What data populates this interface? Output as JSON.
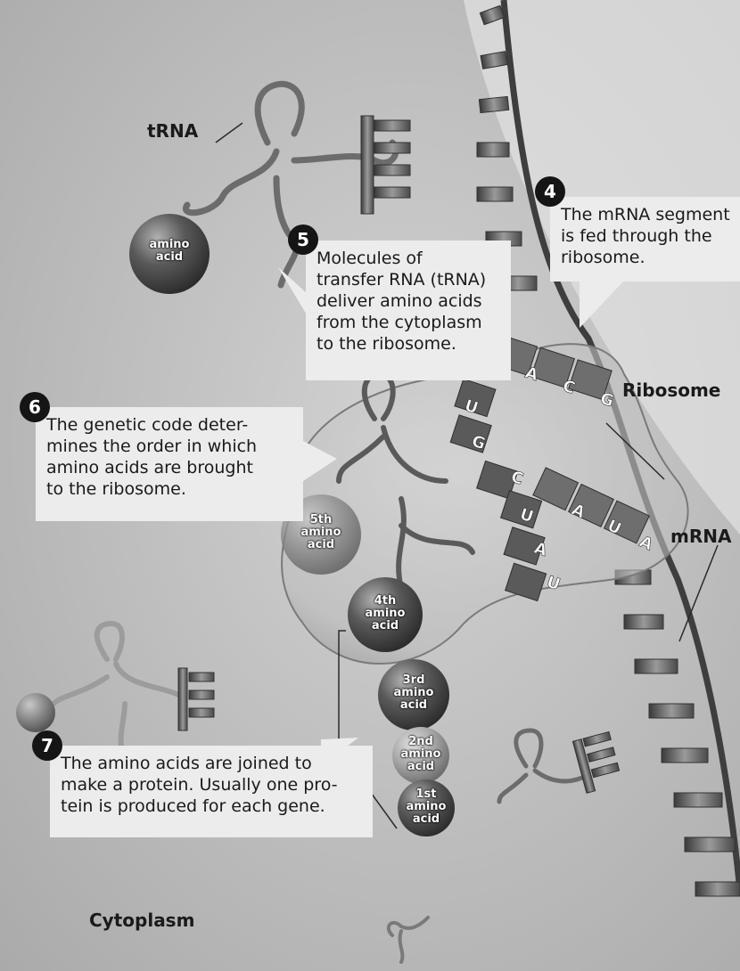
{
  "labels": {
    "trna": "tRNA",
    "ribosome": "Ribosome",
    "mrna": "mRNA",
    "cytoplasm": "Cytoplasm"
  },
  "steps": [
    {
      "number": "4",
      "text": [
        "The mRNA segment",
        "is fed through the",
        "ribosome."
      ]
    },
    {
      "number": "5",
      "text": [
        "Molecules of",
        "transfer RNA (tRNA)",
        "deliver amino acids",
        "from the cytoplasm",
        "to the ribosome."
      ]
    },
    {
      "number": "6",
      "text": [
        "The genetic code deter-",
        "mines the order in which",
        "amino acids are brought",
        "to the ribosome."
      ]
    },
    {
      "number": "7",
      "text": [
        "The amino acids are joined to",
        "make a protein. Usually one pro-",
        "tein is produced for each gene."
      ]
    }
  ],
  "amino_acids": {
    "free": [
      "amino",
      "acid"
    ],
    "fifth": [
      "5th",
      "amino",
      "acid"
    ],
    "fourth": [
      "4th",
      "amino",
      "acid"
    ],
    "third": [
      "3rd",
      "amino",
      "acid"
    ],
    "second": [
      "2nd",
      "amino",
      "acid"
    ],
    "first": [
      "1st",
      "amino",
      "acid"
    ]
  },
  "codons": {
    "mrna": [
      "A",
      "C",
      "G",
      "A",
      "U",
      "A"
    ],
    "trna": [
      "U",
      "G",
      "C",
      "U",
      "A",
      "U"
    ]
  },
  "colors": {
    "background": "#c4c4c4",
    "callout": "#ececec",
    "badge": "#151515"
  }
}
